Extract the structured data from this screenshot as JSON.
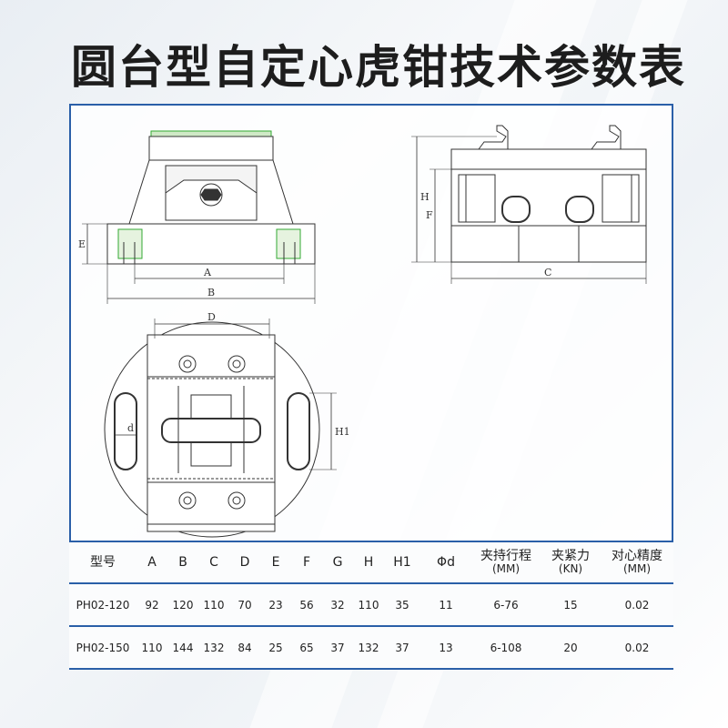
{
  "title": "圆台型自定心虎钳技术参数表",
  "drawing": {
    "front_labels": {
      "E": "E",
      "A": "A",
      "B": "B"
    },
    "side_labels": {
      "H": "H",
      "F": "F",
      "C": "C"
    },
    "top_labels": {
      "D": "D",
      "d": "d",
      "H1": "H1"
    }
  },
  "table": {
    "headers": [
      {
        "label": "型号",
        "unit": ""
      },
      {
        "label": "A",
        "unit": ""
      },
      {
        "label": "B",
        "unit": ""
      },
      {
        "label": "C",
        "unit": ""
      },
      {
        "label": "D",
        "unit": ""
      },
      {
        "label": "E",
        "unit": ""
      },
      {
        "label": "F",
        "unit": ""
      },
      {
        "label": "G",
        "unit": ""
      },
      {
        "label": "H",
        "unit": ""
      },
      {
        "label": "H1",
        "unit": ""
      },
      {
        "label": "Φd",
        "unit": ""
      },
      {
        "label": "夹持行程",
        "unit": "(MM)"
      },
      {
        "label": "夹紧力",
        "unit": "(KN)"
      },
      {
        "label": "对心精度",
        "unit": "(MM)"
      }
    ],
    "rows": [
      [
        "PH02-120",
        "92",
        "120",
        "110",
        "70",
        "23",
        "56",
        "32",
        "110",
        "35",
        "11",
        "6-76",
        "15",
        "0.02"
      ],
      [
        "PH02-150",
        "110",
        "144",
        "132",
        "84",
        "25",
        "65",
        "37",
        "132",
        "37",
        "13",
        "6-108",
        "20",
        "0.02"
      ]
    ]
  }
}
